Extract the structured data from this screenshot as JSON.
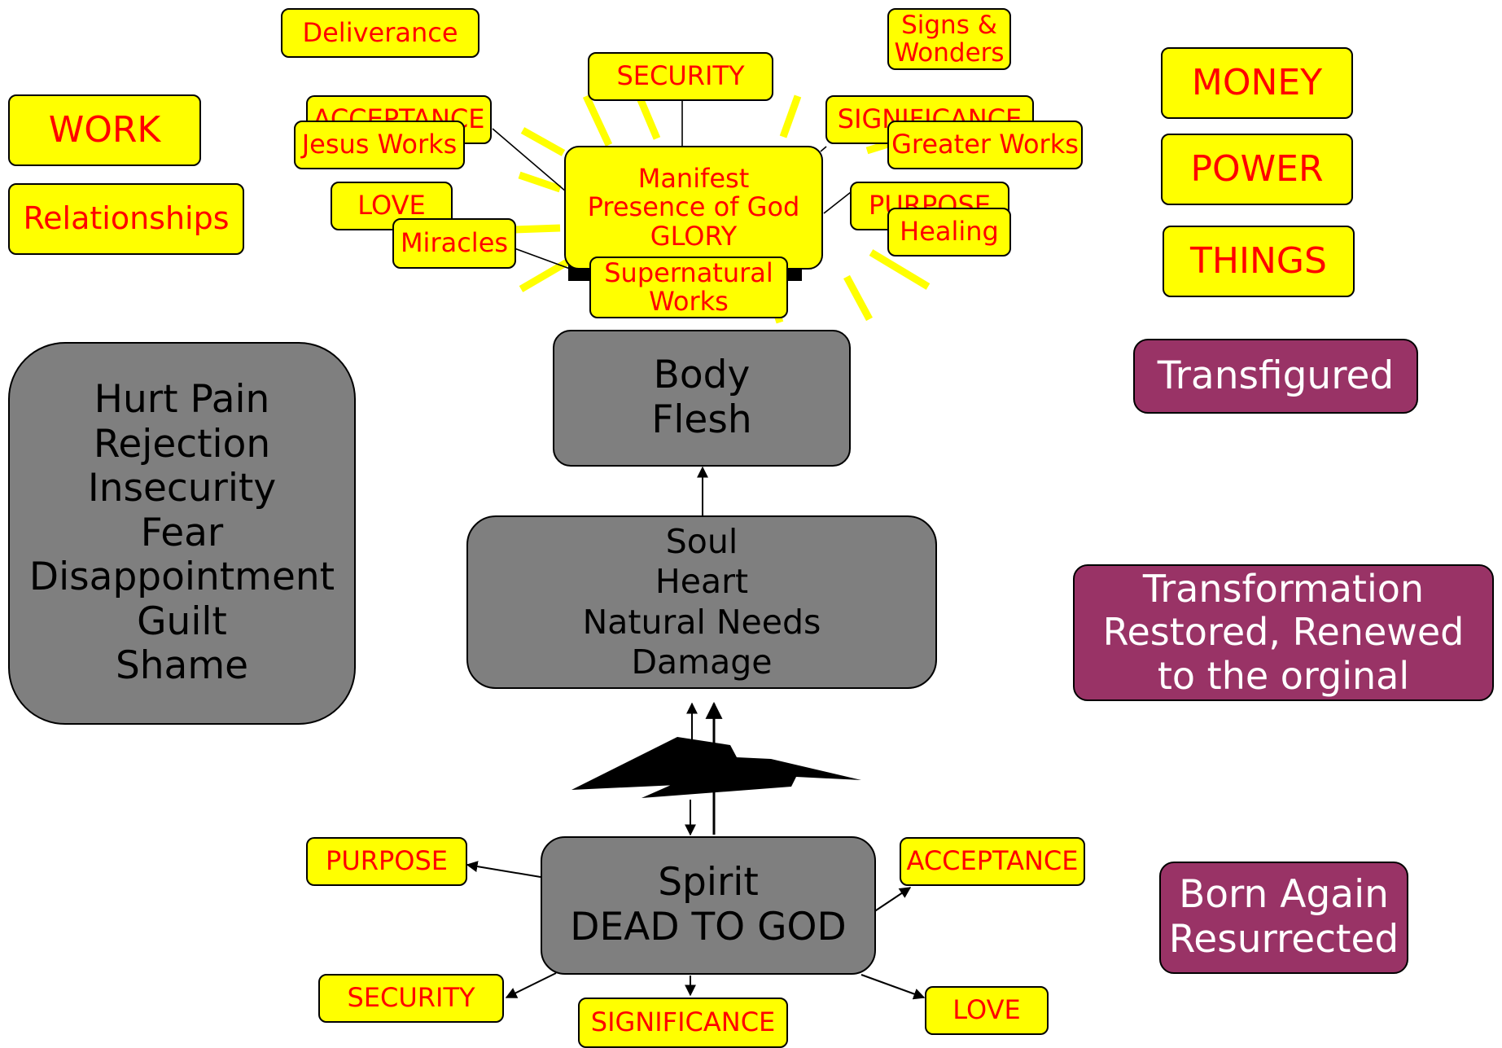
{
  "colors": {
    "yellow_fill": "#ffff00",
    "yellow_text": "#ff0000",
    "gray_fill": "#7f7f7f",
    "purple_fill": "#993366",
    "glow": "#ffff00"
  },
  "left_top": {
    "deliverance": "Deliverance",
    "work": "WORK",
    "relationships": "Relationships"
  },
  "right_top": {
    "money": "MONEY",
    "power": "POWER",
    "things": "THINGS"
  },
  "glory": {
    "center": "Manifest\nPresence of God\nGLORY",
    "signs": "Signs &\nWonders",
    "security": "SECURITY",
    "acceptance": "ACCEPTANCE",
    "jesus_works": "Jesus Works",
    "love": "LOVE",
    "miracles": "Miracles",
    "significance": "SIGNIFICANCE",
    "greater_works": "Greater Works",
    "purpose": "PURPOSE",
    "healing": "Healing",
    "supernatural": "Supernatural\nWorks"
  },
  "hurt_box": "Hurt Pain\nRejection\nInsecurity\nFear\nDisappointment\nGuilt\nShame",
  "body_box": "Body\nFlesh",
  "soul_box": "Soul\nHeart\nNatural Needs\nDamage",
  "spirit_box": "Spirit\nDEAD TO GOD",
  "spirit_needs": {
    "purpose": "PURPOSE",
    "acceptance": "ACCEPTANCE",
    "security": "SECURITY",
    "significance": "SIGNIFICANCE",
    "love": "LOVE"
  },
  "stages": {
    "transfigured": "Transfigured",
    "transformation": "Transformation\nRestored, Renewed\nto the orginal",
    "born_again": "Born Again\nResurrected"
  }
}
